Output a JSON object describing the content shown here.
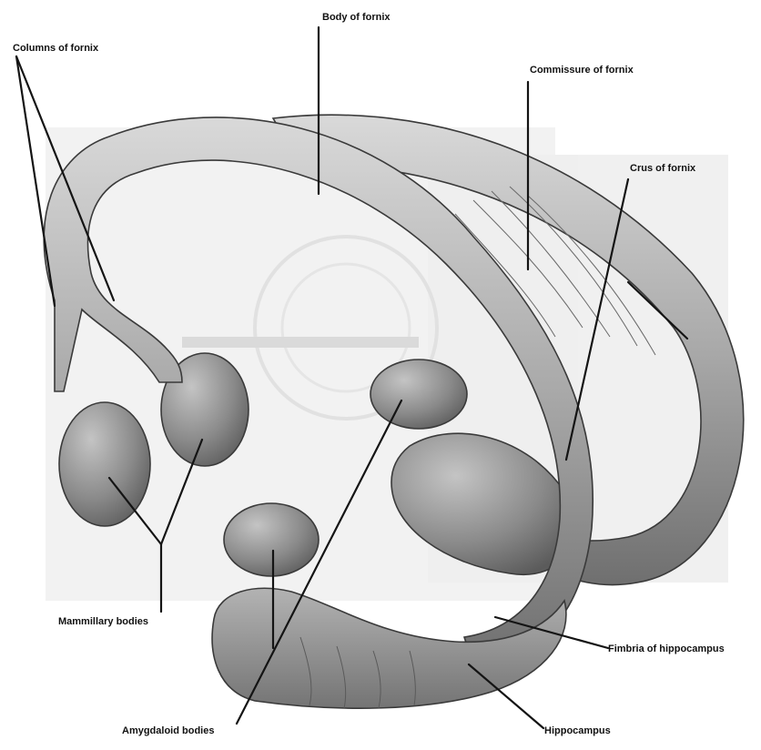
{
  "labels": {
    "body_of_fornix": "Body of fornix",
    "columns_of_fornix": "Columns of fornix",
    "commissure_of_fornix": "Commissure of fornix",
    "crus_of_fornix": "Crus of fornix",
    "mammillary_bodies": "Mammillary bodies",
    "fimbria_of_hippocampus": "Fimbria of hippocampus",
    "amygdaloid_bodies": "Amygdaloid bodies",
    "hippocampus": "Hippocampus"
  }
}
